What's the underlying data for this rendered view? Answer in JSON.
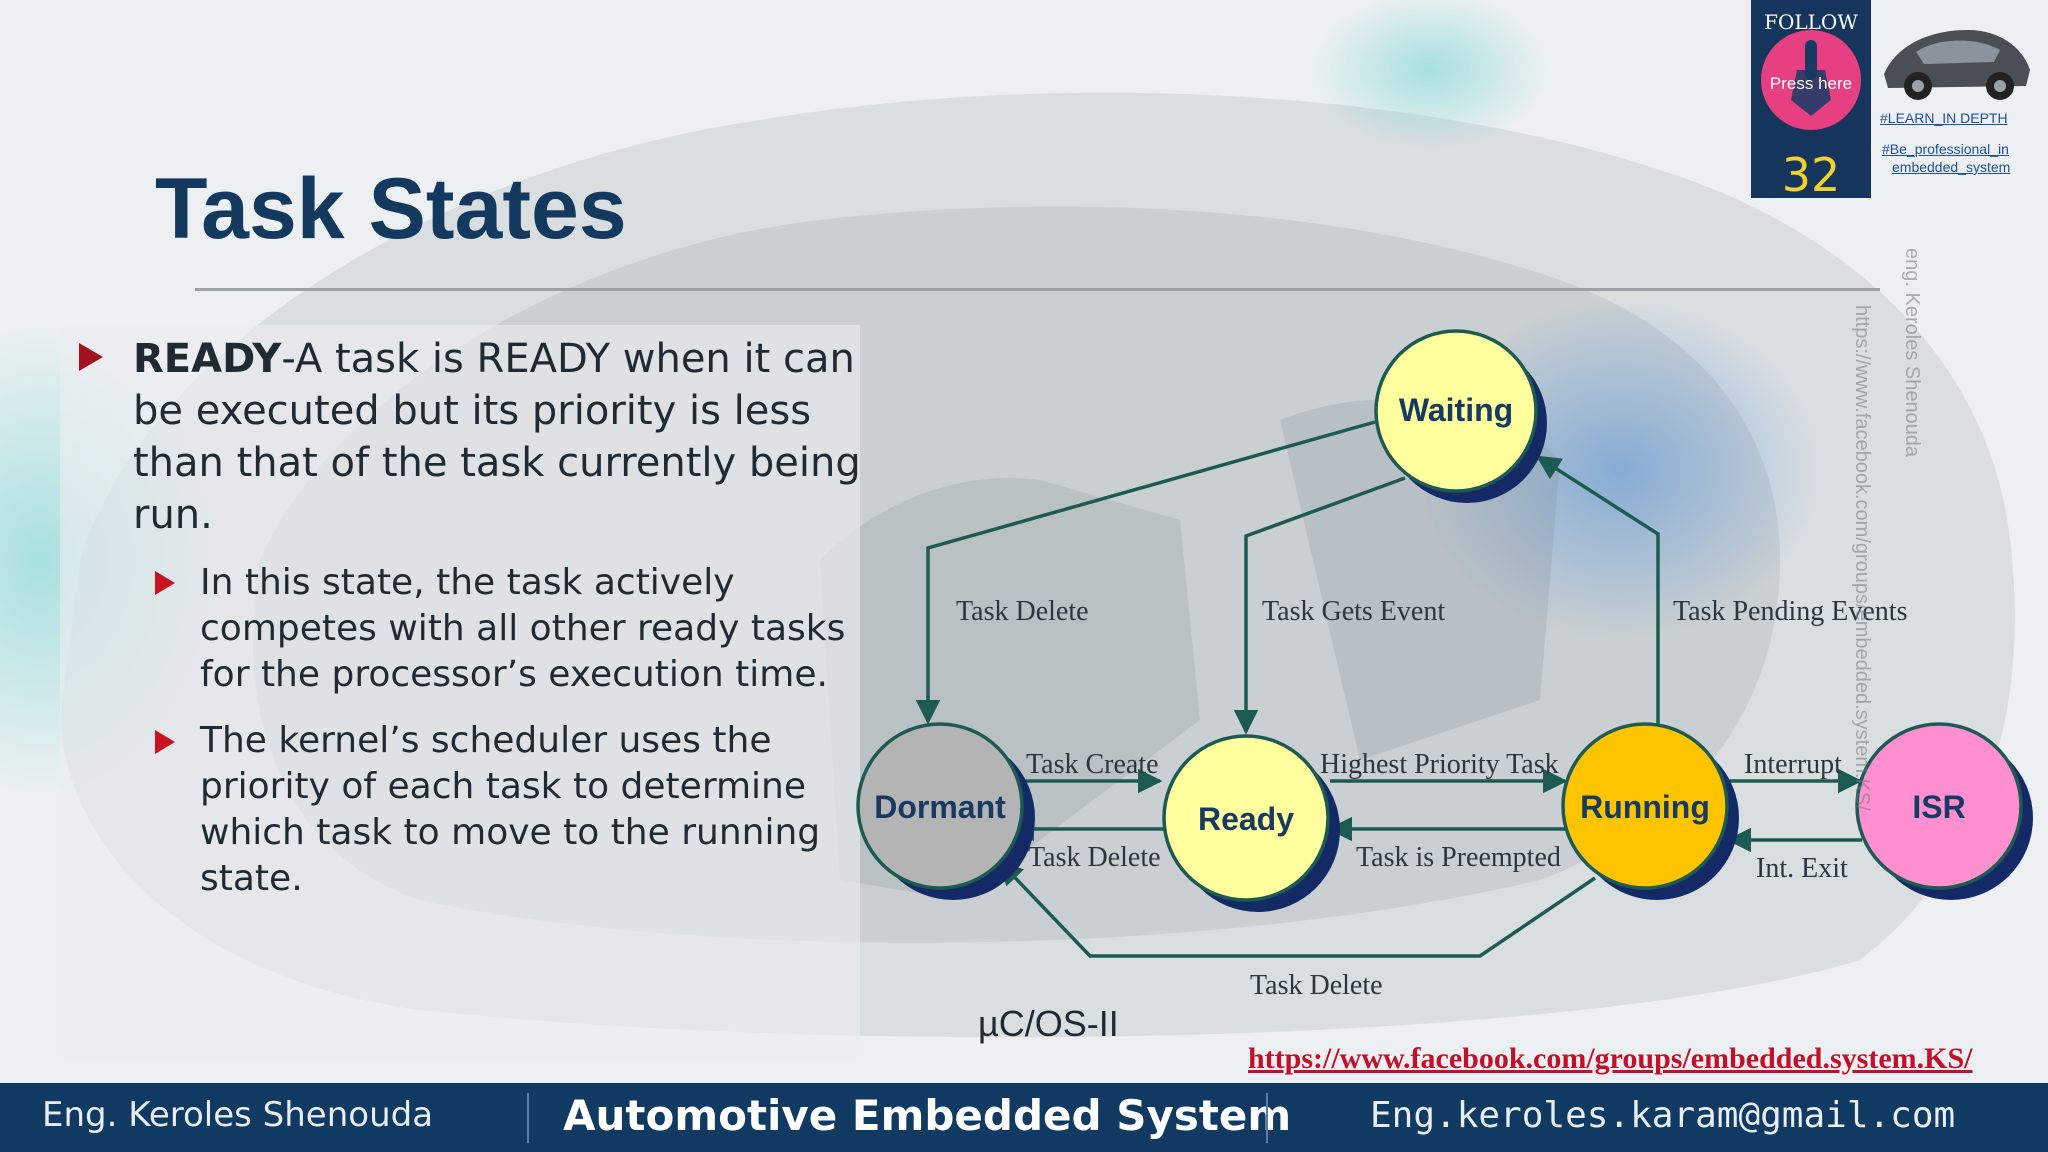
{
  "slide": {
    "title": "Task States",
    "page_number": "32"
  },
  "bullets": {
    "main_keyword": "READY",
    "main_text": "-A task is READY when it can be executed but its priority is less than that of the task currently being run.",
    "sub1": "In this state, the task actively competes with all other ready tasks for the processor’s execution time.",
    "sub2": "The kernel’s scheduler uses the priority of each task to determine which task to move to the running state."
  },
  "diagram": {
    "states": {
      "waiting": "Waiting",
      "dormant": "Dormant",
      "ready": "Ready",
      "running": "Running",
      "isr": "ISR"
    },
    "transitions": {
      "task_delete_left": "Task Delete",
      "task_gets_event": "Task Gets Event",
      "task_pending_events": "Task Pending Events",
      "task_create": "Task Create",
      "task_delete_mid": "Task Delete",
      "highest_priority_task": "Highest Priority Task",
      "task_is_preempted": "Task is Preempted",
      "interrupt": "Interrupt",
      "int_exit": "Int. Exit",
      "task_delete_bottom": "Task Delete"
    },
    "caption": "µC/OS-II",
    "colors": {
      "waiting": "#ffff9e",
      "dormant": "#b4b4b4",
      "ready": "#ffff9e",
      "running": "#ffc400",
      "isr": "#ff8fcf",
      "arrow": "#1d5a52",
      "shadow": "#142a66"
    }
  },
  "follow_box": {
    "label": "FOLLOW US",
    "press": "Press here",
    "icon": "hand-pointer-icon"
  },
  "tags": {
    "learn": "#LEARN_IN DEPTH",
    "professional_1": "#Be_professional_in",
    "professional_2": "embedded_system"
  },
  "watermarks": {
    "name": "eng. Keroles Shenouda",
    "url": "https://www.facebook.com/groups/embedded.system.KS/"
  },
  "link": "https://www.facebook.com/groups/embedded.system.KS/",
  "footer": {
    "left": "Eng. Keroles Shenouda",
    "center": "Automotive Embedded System",
    "right": "Eng.keroles.karam@gmail.com"
  }
}
